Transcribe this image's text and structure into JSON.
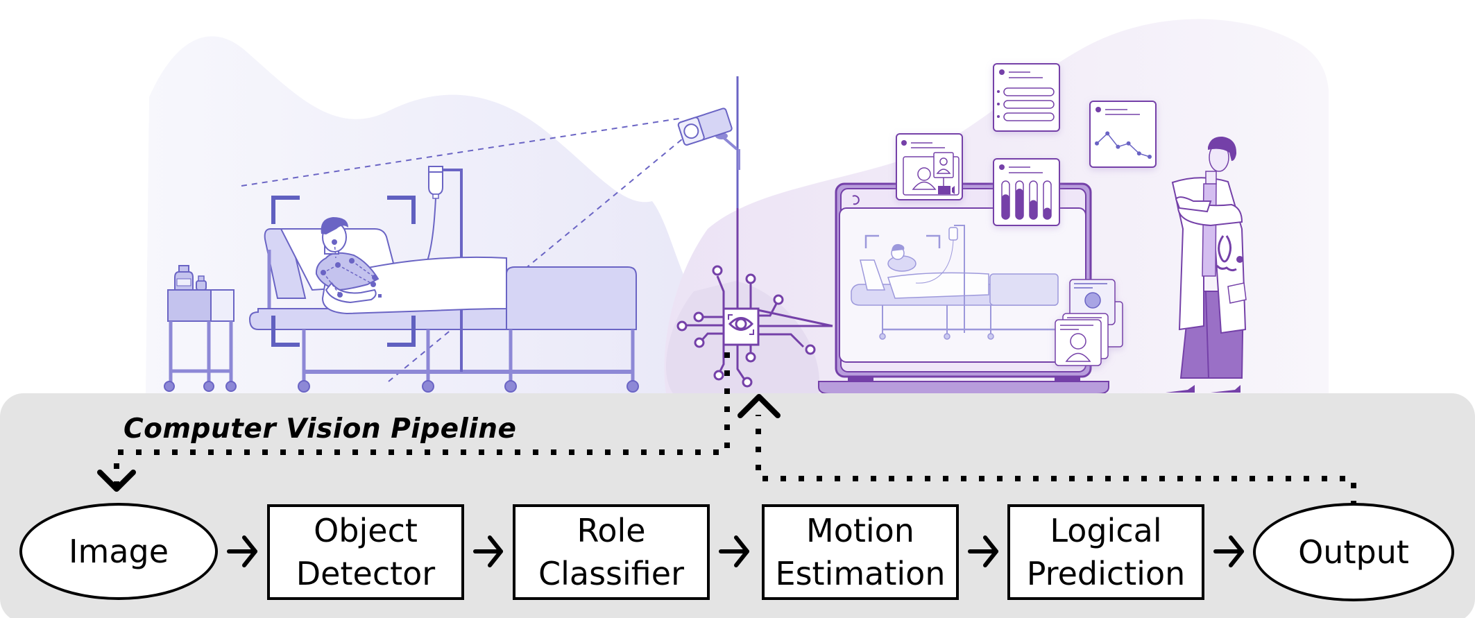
{
  "scene": {
    "left_panel": "hospital-room-patient-monitoring",
    "right_panel": "doctor-viewing-dashboard",
    "connector": "ai-eye-chip"
  },
  "colors": {
    "accent_blue": "#6a64c4",
    "accent_purple": "#7440a8",
    "light_lavender": "#dcdcf5",
    "panel_gray": "#e4e4e4",
    "laptop_purple": "#b89ddc"
  },
  "dashboard_widgets": {
    "bar_widget_levels": [
      0.65,
      0.8,
      0.5,
      0.3
    ],
    "line_widget_points": [
      0.4,
      0.7,
      0.3,
      0.4,
      0.1,
      0.0
    ]
  },
  "pipeline": {
    "title": "Computer Vision Pipeline",
    "nodes": [
      {
        "id": "image",
        "shape": "ellipse",
        "lines": [
          "Image"
        ]
      },
      {
        "id": "object-detector",
        "shape": "box",
        "lines": [
          "Object",
          "Detector"
        ]
      },
      {
        "id": "role-classifier",
        "shape": "box",
        "lines": [
          "Role",
          "Classifier"
        ]
      },
      {
        "id": "motion-estimation",
        "shape": "box",
        "lines": [
          "Motion",
          "Estimation"
        ]
      },
      {
        "id": "logical-prediction",
        "shape": "box",
        "lines": [
          "Logical",
          "Prediction"
        ]
      },
      {
        "id": "output",
        "shape": "ellipse",
        "lines": [
          "Output"
        ]
      }
    ]
  }
}
